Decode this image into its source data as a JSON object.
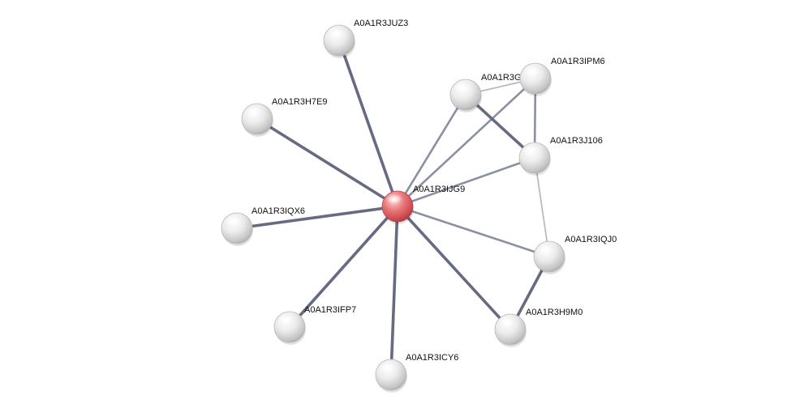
{
  "colors": {
    "background": "#ffffff",
    "query_node": "#d9585d",
    "partner_node": "#d8d8d8",
    "edge_strong": "#666b82",
    "edge_medium": "#8b8fa3",
    "edge_weak": "#b9bac6",
    "label": "#111111"
  },
  "network": {
    "nodes": [
      {
        "id": "A0A1R3IJG9",
        "label": "A0A1R3IJG9",
        "query": true
      },
      {
        "id": "A0A1R3JUZ3",
        "label": "A0A1R3JUZ3",
        "query": false
      },
      {
        "id": "A0A1R3H7E9",
        "label": "A0A1R3H7E9",
        "query": false
      },
      {
        "id": "A0A1R3IQX6",
        "label": "A0A1R3IQX6",
        "query": false
      },
      {
        "id": "A0A1R3IFP7",
        "label": "A0A1R3IFP7",
        "query": false
      },
      {
        "id": "A0A1R3ICY6",
        "label": "A0A1R3ICY6",
        "query": false
      },
      {
        "id": "A0A1R3H9M0",
        "label": "A0A1R3H9M0",
        "query": false
      },
      {
        "id": "A0A1R3IQJ0",
        "label": "A0A1R3IQJ0",
        "query": false
      },
      {
        "id": "A0A1R3J106",
        "label": "A0A1R3J106",
        "query": false
      },
      {
        "id": "A0A1R3GV47",
        "label": "A0A1R3GV47",
        "query": false
      },
      {
        "id": "A0A1R3IPM6",
        "label": "A0A1R3IPM6",
        "query": false
      }
    ],
    "edges": [
      {
        "source": "A0A1R3IJG9",
        "target": "A0A1R3JUZ3",
        "strength": "strong"
      },
      {
        "source": "A0A1R3IJG9",
        "target": "A0A1R3H7E9",
        "strength": "strong"
      },
      {
        "source": "A0A1R3IJG9",
        "target": "A0A1R3IQX6",
        "strength": "strong"
      },
      {
        "source": "A0A1R3IJG9",
        "target": "A0A1R3IFP7",
        "strength": "strong"
      },
      {
        "source": "A0A1R3IJG9",
        "target": "A0A1R3ICY6",
        "strength": "strong"
      },
      {
        "source": "A0A1R3IJG9",
        "target": "A0A1R3H9M0",
        "strength": "strong"
      },
      {
        "source": "A0A1R3IJG9",
        "target": "A0A1R3IQJ0",
        "strength": "medium"
      },
      {
        "source": "A0A1R3IJG9",
        "target": "A0A1R3J106",
        "strength": "medium"
      },
      {
        "source": "A0A1R3IJG9",
        "target": "A0A1R3GV47",
        "strength": "medium"
      },
      {
        "source": "A0A1R3IJG9",
        "target": "A0A1R3IPM6",
        "strength": "medium"
      },
      {
        "source": "A0A1R3GV47",
        "target": "A0A1R3IPM6",
        "strength": "weak"
      },
      {
        "source": "A0A1R3GV47",
        "target": "A0A1R3J106",
        "strength": "strong"
      },
      {
        "source": "A0A1R3IPM6",
        "target": "A0A1R3J106",
        "strength": "medium"
      },
      {
        "source": "A0A1R3J106",
        "target": "A0A1R3IQJ0",
        "strength": "weak"
      },
      {
        "source": "A0A1R3IQJ0",
        "target": "A0A1R3H9M0",
        "strength": "strong"
      }
    ]
  }
}
